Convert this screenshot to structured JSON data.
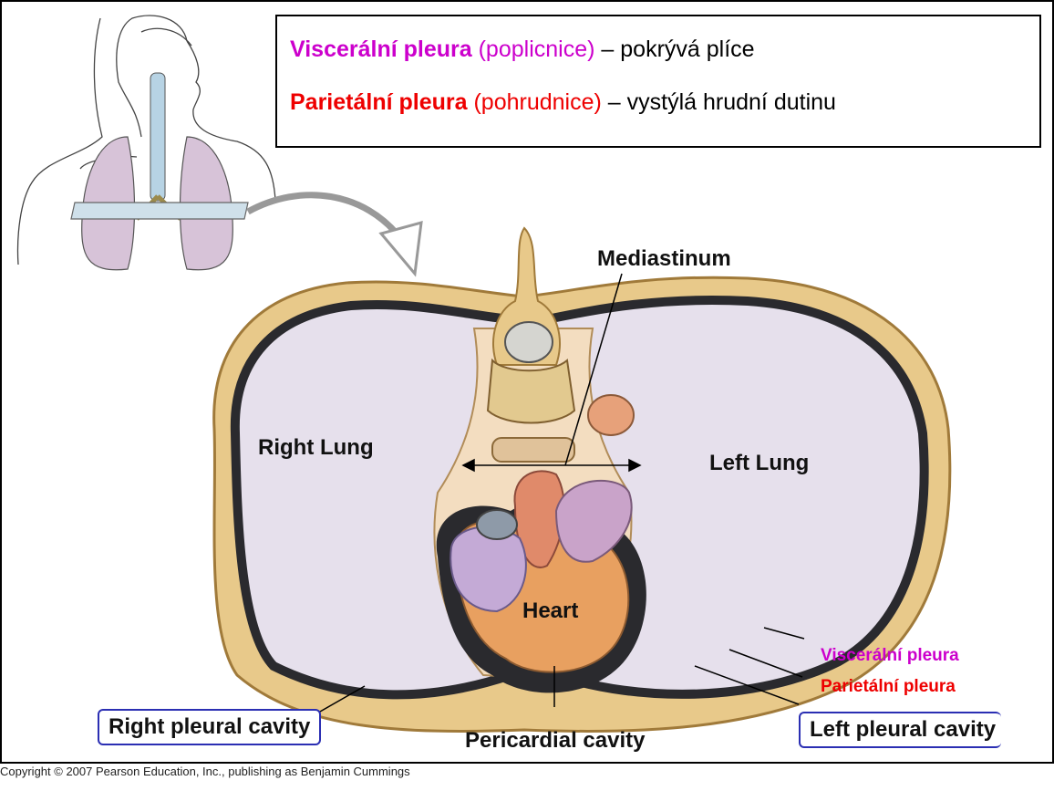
{
  "legend": {
    "line1": {
      "term": "Viscerální pleura",
      "alt": "(poplicnice)",
      "desc": "– pokrývá plíce"
    },
    "line2": {
      "term": "Parietální pleura",
      "alt": "(pohrudnice)",
      "desc": "– vystýlá hrudní dutinu"
    }
  },
  "labels": {
    "mediastinum": "Mediastinum",
    "right_lung": "Right Lung",
    "left_lung": "Left Lung",
    "heart": "Heart",
    "right_pleural_cavity": "Right pleural cavity",
    "pericardial_cavity": "Pericardial cavity",
    "left_pleural_cavity": "Left pleural cavity",
    "visceral_pleura": "Viscerální pleura",
    "parietal_pleura": "Parietální  pleura"
  },
  "colors": {
    "visceral": "#cc00cc",
    "parietal": "#ee0000",
    "box_border": "#2b2fb3",
    "lung_tissue": "#e6e0ec",
    "pleura_dark": "#2a2a2e",
    "bone": "#e8c98a"
  },
  "copyright": "Copyright © 2007 Pearson Education, Inc., publishing as Benjamin Cummings"
}
